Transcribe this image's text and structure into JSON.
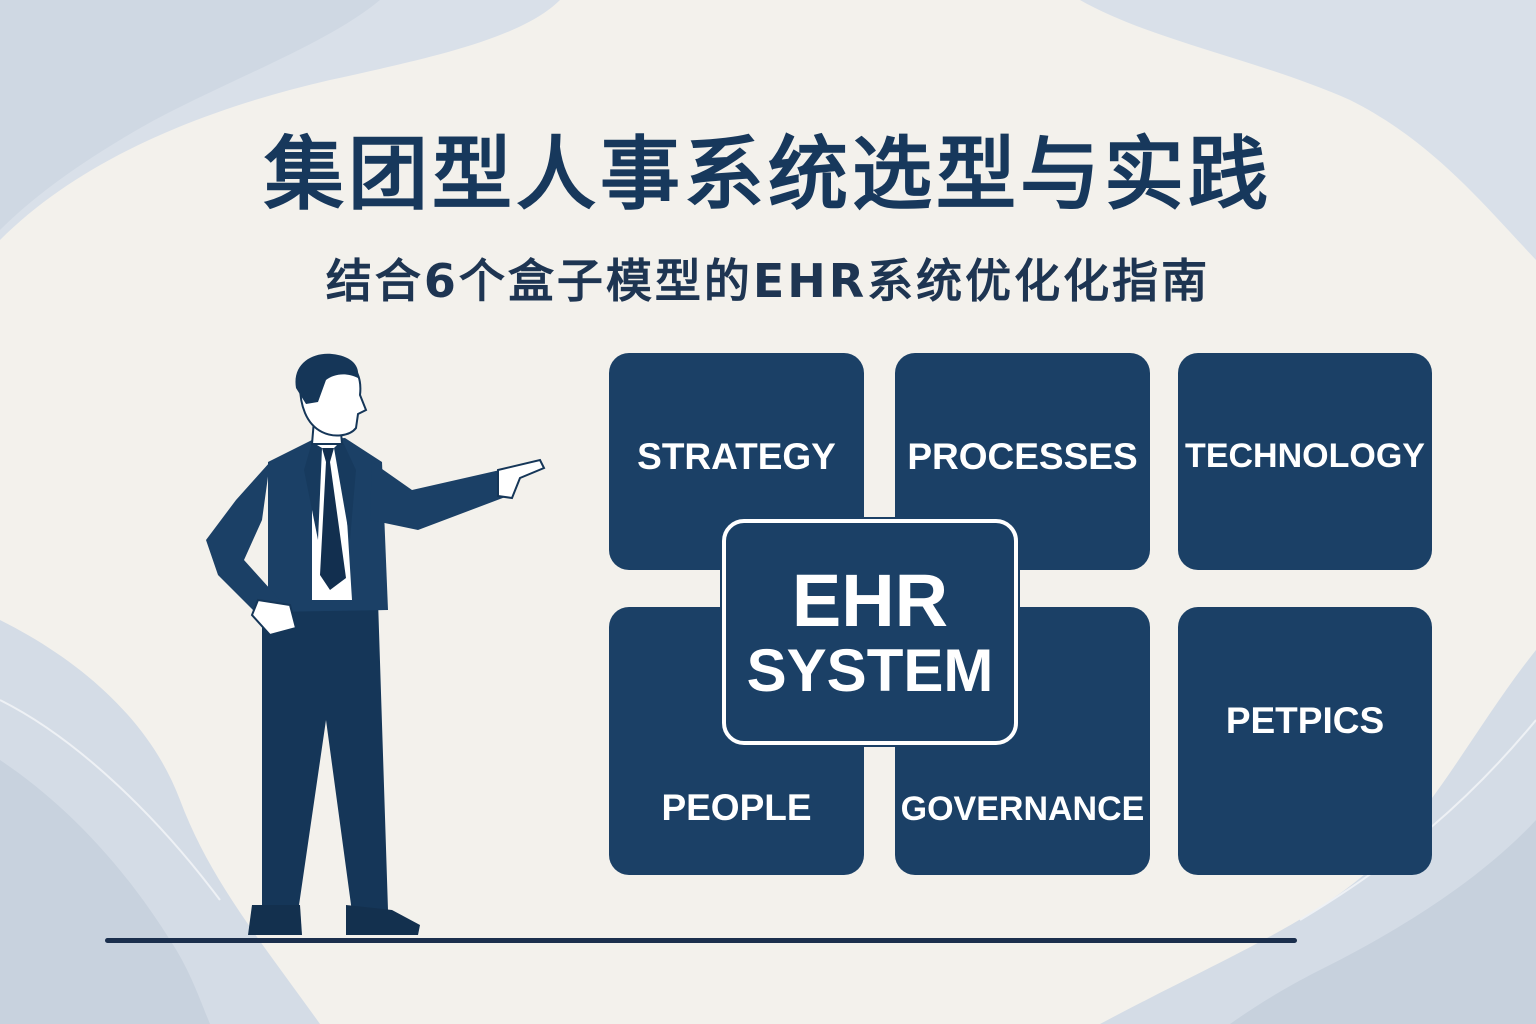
{
  "title": "集团型人事系统选型与实践",
  "subtitle": "结合6个盒子模型的EHR系统优化化指南",
  "boxes": {
    "strategy": "STRATEGY",
    "processes": "PROCESSES",
    "technology": "TECHNOLOGY",
    "people": "PEOPLE",
    "governance": "GOVERNANCE",
    "petpics": "PETPICS"
  },
  "center": {
    "line1": "EHR",
    "line2": "SYSTEM"
  },
  "colors": {
    "box_fill": "#1b4066",
    "title_text": "#17385c",
    "background": "#f3f1ec",
    "wave": "#d6dee8"
  },
  "icons": {
    "figure": "businessman-pointing-icon"
  }
}
